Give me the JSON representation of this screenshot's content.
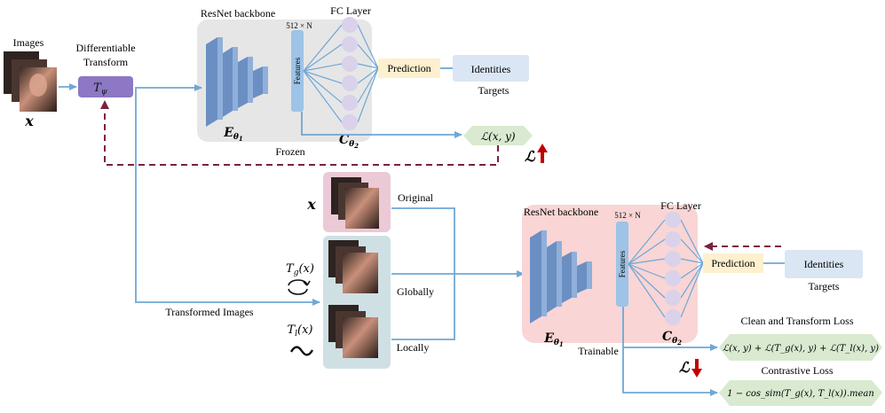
{
  "top": {
    "images_label": "Images",
    "x_label": "x",
    "transform_line1": "Differentiable",
    "transform_line2": "Transform",
    "transform_symbol": "T",
    "transform_sub": "ψ",
    "backbone_label": "ResNet backbone",
    "dim_label": "512 × N",
    "features_label": "Features",
    "fc_label": "FC Layer",
    "prediction_label": "Prediction",
    "identities_label": "Identities",
    "targets_label": "Targets",
    "encoder_symbol": "E",
    "encoder_sub": "θ",
    "encoder_subsub": "1",
    "classifier_symbol": "C",
    "classifier_sub": "θ",
    "classifier_subsub": "2",
    "frozen_label": "Frozen",
    "loss_formula": "ℒ(x, y)",
    "loss_arrow_label": "ℒ",
    "loss_direction": "up"
  },
  "bottom": {
    "x_label": "x",
    "original_label": "Original",
    "globally_label": "Globally",
    "locally_label": "Locally",
    "tg_label": "T",
    "tg_sub": "g",
    "tg_arg": "(x)",
    "tl_label": "T",
    "tl_sub": "l",
    "tl_arg": "(x)",
    "transformed_images_label": "Transformed Images",
    "backbone_label": "ResNet backbone",
    "dim_label": "512 × N",
    "features_label": "Features",
    "fc_label": "FC Layer",
    "prediction_label": "Prediction",
    "identities_label": "Identities",
    "targets_label": "Targets",
    "encoder_symbol": "E",
    "encoder_sub": "θ",
    "encoder_subsub": "1",
    "classifier_symbol": "C",
    "classifier_sub": "θ",
    "classifier_subsub": "2",
    "trainable_label": "Trainable",
    "clean_loss_title": "Clean and Transform Loss",
    "clean_loss_formula": "ℒ(x, y) + ℒ(T_g(x), y) + ℒ(T_l(x), y)",
    "contrastive_title": "Contrastive Loss",
    "contrastive_formula": "1 − cos_sim(T_g(x), T_l(x)).mean",
    "loss_arrow_label": "ℒ",
    "loss_direction": "down"
  },
  "colors": {
    "frozen_bg": "#e6e6e6",
    "trainable_bg": "#f9d5d5",
    "original_bg": "#ecc9d6",
    "transformed_bg": "#cfe0e4",
    "encoder_blue": "#7fa3d0",
    "features_blue": "#9dc3e6",
    "neuron": "#d9d2ea",
    "prediction_bg": "#fdf0cf",
    "identities_bg": "#dae6f3",
    "loss_bg": "#d9ead0",
    "transform_purple": "#8c78c4",
    "arrow_blue": "#6fa7d6",
    "dashed_maroon": "#7b2040",
    "loss_red": "#c00000"
  }
}
